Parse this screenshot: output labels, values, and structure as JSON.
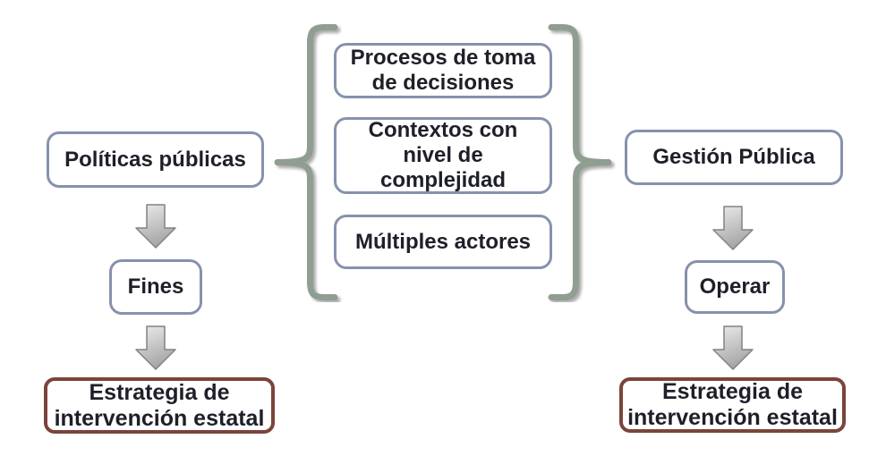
{
  "palette": {
    "background": "#ffffff",
    "box_border": "#8692ac",
    "box_fill": "#ffffff",
    "result_box_border": "#7b443b",
    "text": "#1f1f29",
    "brace": "#8f9e90",
    "brace_shadow": "#8f8f8f",
    "arrow_fill_light": "#ececec",
    "arrow_fill_dark": "#a6a6a6",
    "arrow_outline": "#828282"
  },
  "left_column": {
    "source_box": "Políticas públicas",
    "middle_box": "Fines",
    "result_box": "Estrategia de\nintervención estatal"
  },
  "center_group": {
    "item1": "Procesos de toma\nde decisiones",
    "item2": "Contextos con\nnivel de\ncomplejidad",
    "item3": "Múltiples actores"
  },
  "right_column": {
    "source_box": "Gestión Pública",
    "middle_box": "Operar",
    "result_box": "Estrategia de\nintervención estatal"
  }
}
